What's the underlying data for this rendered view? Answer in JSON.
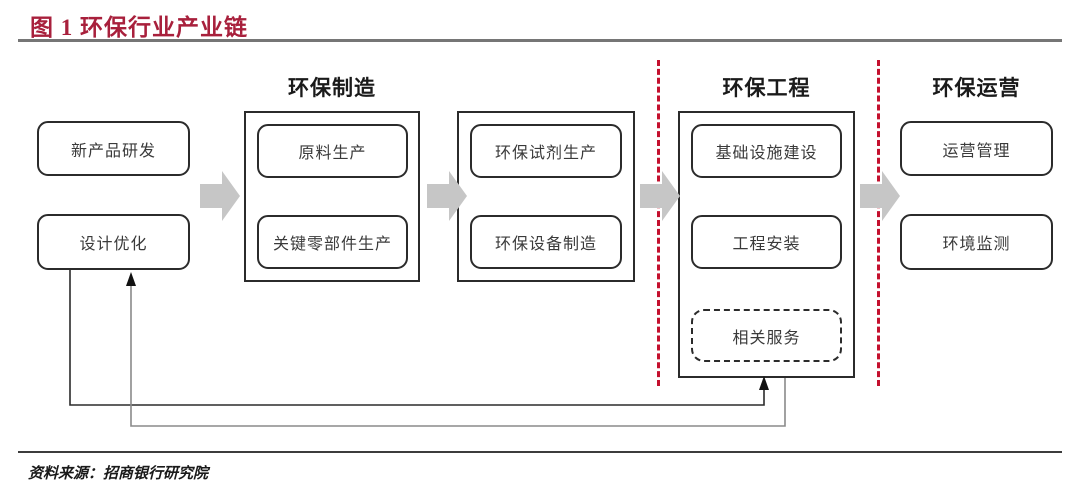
{
  "figure": {
    "title": "图 1 环保行业产业链",
    "title_color": "#a8203c",
    "source": "资料来源：招商银行研究院",
    "rule_color": "#767676",
    "divider_color": "#c4102e",
    "arrow_color": "#c6c6c6",
    "box_border_color": "#2b2b2b"
  },
  "stages": [
    {
      "id": "rd",
      "header": "",
      "nodes": [
        {
          "label": "新产品研发",
          "style": "solid"
        },
        {
          "label": "设计优化",
          "style": "solid"
        }
      ]
    },
    {
      "id": "manufacturing-upstream",
      "header": "环保制造",
      "nodes": [
        {
          "label": "原料生产",
          "style": "solid"
        },
        {
          "label": "关键零部件生产",
          "style": "solid"
        }
      ]
    },
    {
      "id": "manufacturing-downstream",
      "header": "",
      "nodes": [
        {
          "label": "环保试剂生产",
          "style": "solid"
        },
        {
          "label": "环保设备制造",
          "style": "solid"
        }
      ]
    },
    {
      "id": "engineering",
      "header": "环保工程",
      "nodes": [
        {
          "label": "基础设施建设",
          "style": "solid"
        },
        {
          "label": "工程安装",
          "style": "solid"
        },
        {
          "label": "相关服务",
          "style": "dashed"
        }
      ]
    },
    {
      "id": "operations",
      "header": "环保运营",
      "nodes": [
        {
          "label": "运营管理",
          "style": "solid"
        },
        {
          "label": "环境监测",
          "style": "solid"
        }
      ]
    }
  ],
  "flow_arrows": [
    {
      "from": "rd",
      "to": "manufacturing-upstream"
    },
    {
      "from": "manufacturing-upstream",
      "to": "manufacturing-downstream"
    },
    {
      "from": "manufacturing-downstream",
      "to": "engineering"
    },
    {
      "from": "engineering",
      "to": "operations"
    }
  ],
  "feedback_arrows": [
    {
      "from": "engineering",
      "to": "设计优化"
    },
    {
      "from": "设计优化",
      "to": "engineering"
    }
  ]
}
